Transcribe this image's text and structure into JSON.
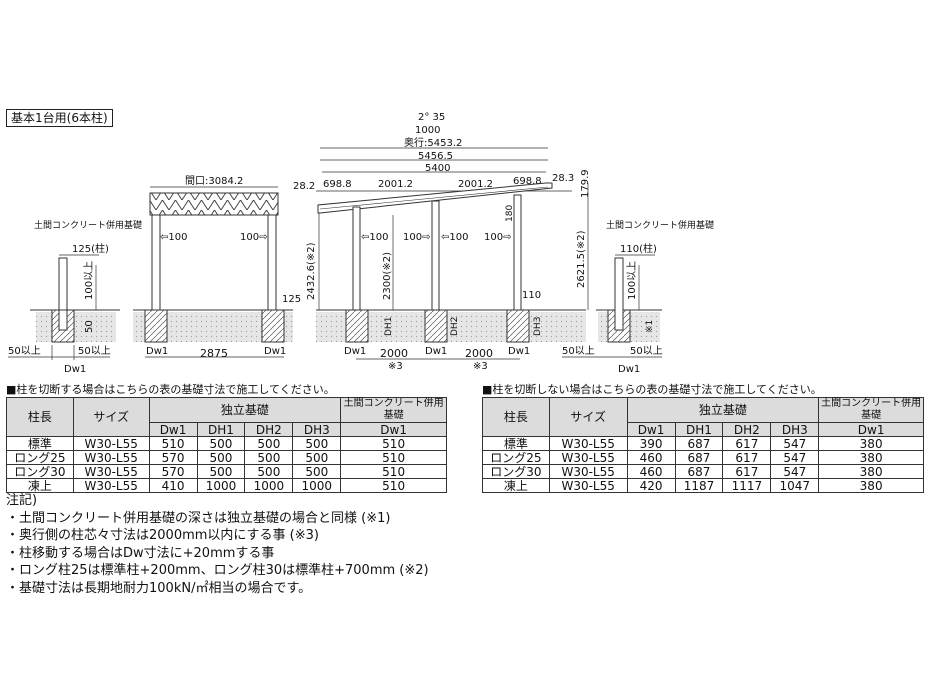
{
  "title": "基本1台用(6本柱)",
  "dimensions": {
    "slope": "2° 35",
    "top_1000": "1000",
    "okuyuki": "奥行:5453.2",
    "d_5456": "5456.5",
    "d_5400": "5400",
    "d_282": "28.2",
    "d_6988a": "698.8",
    "d_20012a": "2001.2",
    "d_20012b": "2001.2",
    "d_6988b": "698.8",
    "d_283": "28.3",
    "d_1799": "179.9",
    "d_180": "180",
    "d_24326": "2432.6(※2)",
    "d_2300": "2300(※2)",
    "d_26215": "2621.5(※2)",
    "d_110a": "110",
    "d_2000a": "2000",
    "d_2000b": "2000",
    "note3a": "※3",
    "note3b": "※3",
    "maguchi": "間口:3084.2",
    "d_100a": "⇦100",
    "d_100b": "100⇨",
    "d_100c": "⇦100",
    "d_100d": "100⇨",
    "d_100e": "100⇨",
    "d_100f": "⇦100",
    "d_125": "125",
    "d_2875": "2875",
    "dw1_a": "Dw1",
    "dw1_b": "Dw1",
    "dw1_c": "Dw1",
    "dw1_d": "Dw1",
    "dw1_e": "Dw1",
    "dw1_f": "Dw1",
    "dw1_g": "Dw1",
    "dh1": "DH1",
    "dh2": "DH2",
    "dh3": "DH3",
    "left_caption": "土間コンクリート併用基礎",
    "right_caption": "土間コンクリート併用基礎",
    "left_125": "125(柱)",
    "left_100": "100以上",
    "left_50": "50",
    "left_50a": "50以上",
    "left_50b": "50以上",
    "right_110": "110(柱)",
    "right_100": "100以上",
    "right_x1": "※1",
    "right_50a": "50以上",
    "right_50b": "50以上"
  },
  "table_left": {
    "caption": "■柱を切断する場合はこちらの表の基礎寸法で施工してください。",
    "headers": {
      "col_length": "柱長",
      "col_size": "サイズ",
      "group_independent": "独立基礎",
      "group_doma": "土間コンクリート併用基礎",
      "dw1": "Dw1",
      "dh1": "DH1",
      "dh2": "DH2",
      "dh3": "DH3",
      "dw1b": "Dw1"
    },
    "rows": [
      [
        "標準",
        "W30-L55",
        "510",
        "500",
        "500",
        "500",
        "510"
      ],
      [
        "ロング25",
        "W30-L55",
        "570",
        "500",
        "500",
        "500",
        "510"
      ],
      [
        "ロング30",
        "W30-L55",
        "570",
        "500",
        "500",
        "500",
        "510"
      ],
      [
        "凍上",
        "W30-L55",
        "410",
        "1000",
        "1000",
        "1000",
        "510"
      ]
    ]
  },
  "table_right": {
    "caption": "■柱を切断しない場合はこちらの表の基礎寸法で施工してください。",
    "headers": {
      "col_length": "柱長",
      "col_size": "サイズ",
      "group_independent": "独立基礎",
      "group_doma": "土間コンクリート併用基礎",
      "dw1": "Dw1",
      "dh1": "DH1",
      "dh2": "DH2",
      "dh3": "DH3",
      "dw1b": "Dw1"
    },
    "rows": [
      [
        "標準",
        "W30-L55",
        "390",
        "687",
        "617",
        "547",
        "380"
      ],
      [
        "ロング25",
        "W30-L55",
        "460",
        "687",
        "617",
        "547",
        "380"
      ],
      [
        "ロング30",
        "W30-L55",
        "460",
        "687",
        "617",
        "547",
        "380"
      ],
      [
        "凍上",
        "W30-L55",
        "420",
        "1187",
        "1117",
        "1047",
        "380"
      ]
    ]
  },
  "notes": {
    "heading": "注記)",
    "items": [
      "・土間コンクリート併用基礎の深さは独立基礎の場合と同様 (※1)",
      "・奥行側の柱芯々寸法は2000mm以内にする事 (※3)",
      "・柱移動する場合はDw寸法に+20mmする事",
      "・ロング柱25は標準柱+200mm、ロング柱30は標準柱+700mm (※2)",
      "・基礎寸法は長期地耐力100kN/㎡相当の場合です。"
    ]
  }
}
